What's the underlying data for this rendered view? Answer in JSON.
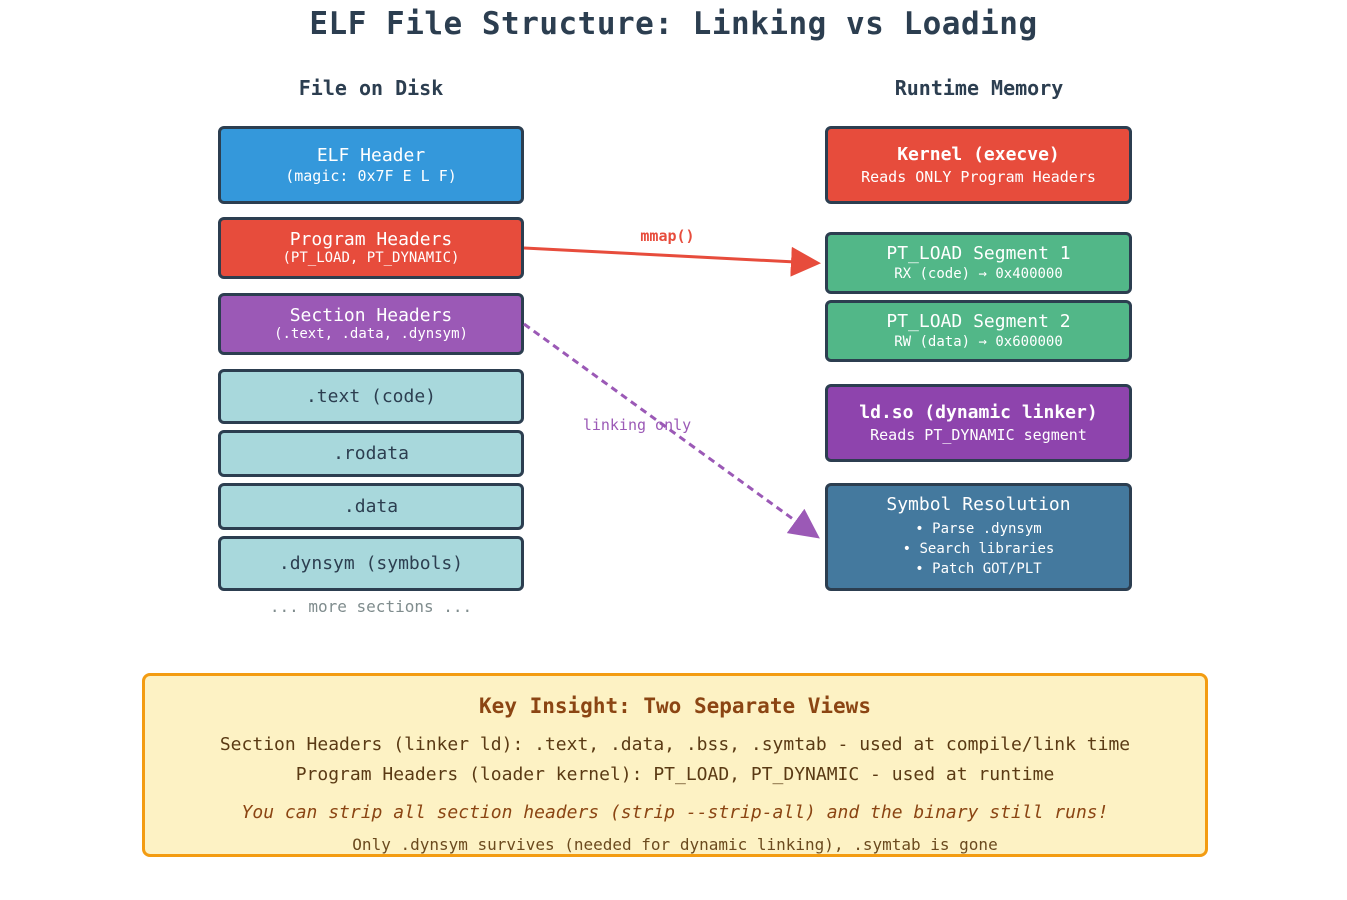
{
  "title": "ELF File Structure: Linking vs Loading",
  "left_header": "File on Disk",
  "right_header": "Runtime Memory",
  "left_boxes": {
    "elf_header": {
      "title": "ELF Header",
      "sub": "(magic: 0x7F E L F)"
    },
    "program_headers": {
      "title": "Program Headers",
      "sub": "(PT_LOAD, PT_DYNAMIC)"
    },
    "section_headers": {
      "title": "Section Headers",
      "sub": "(.text, .data, .dynsym)"
    },
    "sections": [
      ".text (code)",
      ".rodata",
      ".data",
      ".dynsym (symbols)"
    ],
    "more": "... more sections ..."
  },
  "right_boxes": {
    "kernel": {
      "title": "Kernel (execve)",
      "sub": "Reads ONLY Program Headers"
    },
    "segment1": {
      "title": "PT_LOAD Segment 1",
      "sub": "RX (code) → 0x400000"
    },
    "segment2": {
      "title": "PT_LOAD Segment 2",
      "sub": "RW (data) → 0x600000"
    },
    "ldso": {
      "title": "ld.so (dynamic linker)",
      "sub": "Reads PT_DYNAMIC segment"
    },
    "symres": {
      "title": "Symbol Resolution",
      "items": [
        "• Parse .dynsym",
        "• Search libraries",
        "• Patch GOT/PLT"
      ]
    }
  },
  "arrows": {
    "mmap_label": "mmap()",
    "linking_label": "linking only"
  },
  "insight": {
    "title": "Key Insight: Two Separate Views",
    "line1": "Section Headers (linker ld): .text, .data, .bss, .symtab - used at compile/link time",
    "line2": "Program Headers (loader kernel): PT_LOAD, PT_DYNAMIC - used at runtime",
    "line3": "You can strip all section headers (strip --strip-all) and the binary still runs!",
    "line4": "Only .dynsym survives (needed for dynamic linking), .symtab is gone"
  },
  "colors": {
    "elf_header": "#3498db",
    "program_headers": "#e74c3c",
    "section_headers": "#9b59b6",
    "sections": "#a8d8dc",
    "kernel": "#e74c3c",
    "segments": "#52b788",
    "ldso": "#8e44ad",
    "symres": "#44799e",
    "mmap_arrow": "#e74c3c",
    "linking_arrow": "#9b59b6",
    "insight_bg": "#fdf2c4",
    "insight_border": "#f39c12"
  }
}
